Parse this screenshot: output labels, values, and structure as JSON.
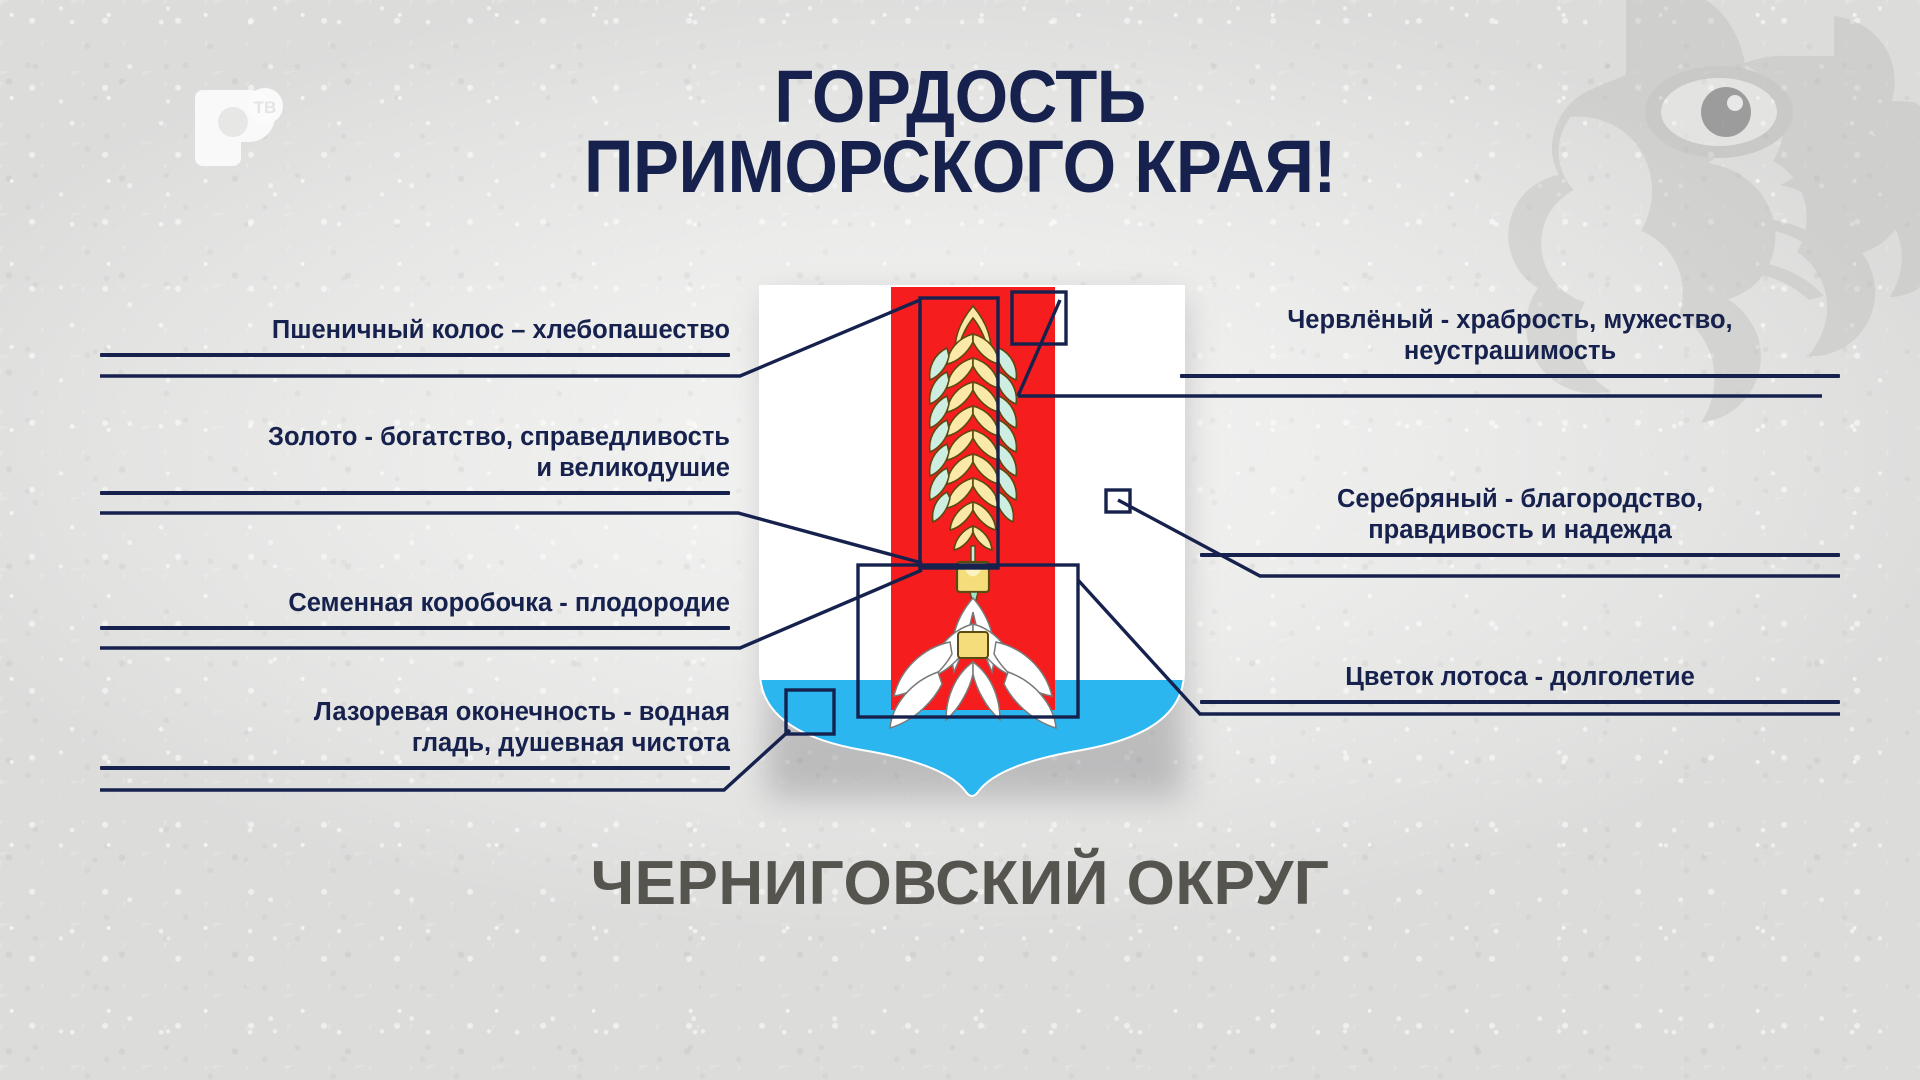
{
  "brand": {
    "logo_letter": "O",
    "logo_badge": "ТВ",
    "logo_name": "otv-logo"
  },
  "header": {
    "title_line1": "ГОРДОСТЬ",
    "title_line2": "ПРИМОРСКОГО КРАЯ!",
    "title_color": "#16224d"
  },
  "footer": {
    "subtitle": "ЧЕРНИГОВСКИЙ ОКРУГ",
    "subtitle_color": "#55544f"
  },
  "labels_left": [
    {
      "id": "wheat-ear",
      "lines": [
        "Пшеничный колос – хлебопашество"
      ],
      "marker": "wheat-callout-box"
    },
    {
      "id": "gold",
      "lines": [
        "Золото - богатство, справедливость",
        "и великодушие"
      ],
      "marker": "gold-callout-box"
    },
    {
      "id": "seed-capsule",
      "lines": [
        "Семенная коробочка - плодородие"
      ],
      "marker": "seed-callout-box"
    },
    {
      "id": "azure-base",
      "lines": [
        "Лазоревая оконечность - водная",
        "гладь, душевная чистота"
      ],
      "marker": "azure-callout-box"
    }
  ],
  "labels_right": [
    {
      "id": "gules",
      "lines": [
        "Червлёный - храбрость, мужество,",
        "неустрашимость"
      ],
      "marker": "red-callout-box"
    },
    {
      "id": "argent",
      "lines": [
        "Серебряный - благородство,",
        "правдивость и надежда"
      ],
      "marker": "silver-callout-box"
    },
    {
      "id": "lotus",
      "lines": [
        "Цветок лотоса -  долголетие"
      ],
      "marker": "lotus-callout-box"
    }
  ],
  "emblem": {
    "name": "chernigovsky-coat-of-arms",
    "field_color": "#ffffff",
    "pale_color": "#f51d1d",
    "base_color": "#2bb6ef",
    "wheat_gold": "#fbe9a8",
    "wheat_mint": "#cdeee0",
    "outline_color": "#16224d",
    "seed_capsule_color": "#f4dd7a",
    "lotus_color": "#ffffff"
  },
  "colors": {
    "ink": "#16224d",
    "red": "#f51d1d",
    "blue": "#2bb6ef",
    "gray_text": "#55544f",
    "background": "#ececeb"
  }
}
